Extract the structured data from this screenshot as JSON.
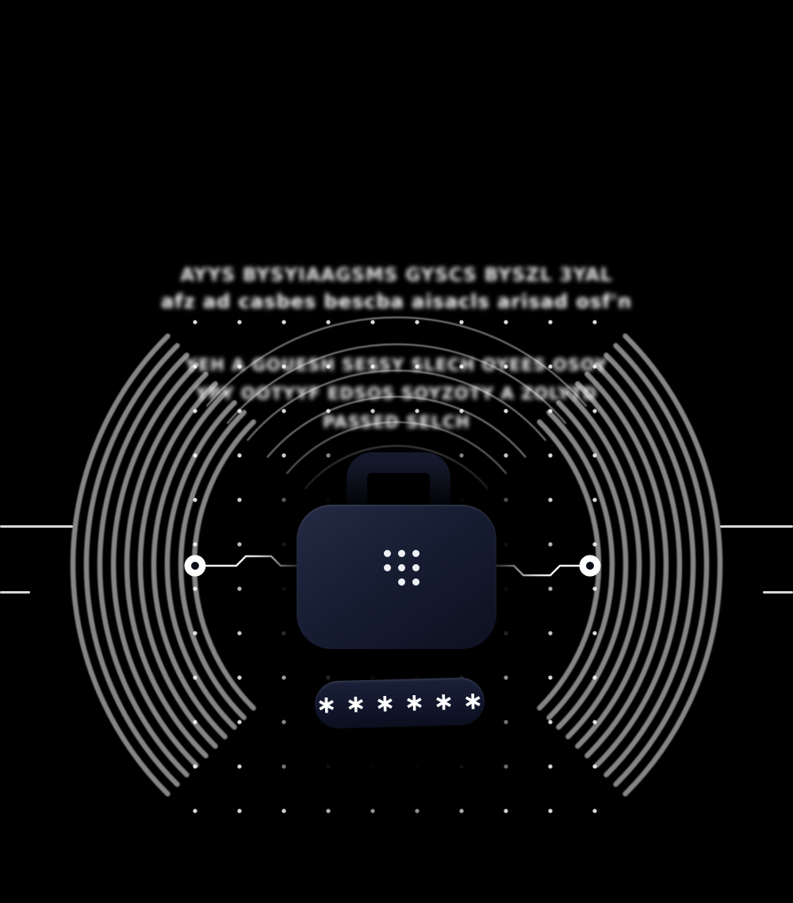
{
  "page": {
    "background_color": "#000000",
    "accent_color": "#ffffff",
    "briefcase_color": "#171d32"
  },
  "hero": {
    "legibility": "blurred-illegible",
    "headline_lines": [
      "AYYS BYSYIAAGSMS GYSCS BYSZL 3YAL",
      "afz ad casbes bescba aisacls arisad osf'n"
    ],
    "subtext_lines": [
      "YEH A GOUESH SESSY SLECH OYEES OSOY",
      "YPY OOTYYF EDSOS SOYZOTY A ZOLYTD",
      "PASSED SELCH"
    ]
  },
  "illustration": {
    "briefcase": {
      "keypad_dot_count": 8
    },
    "password_field": {
      "masked_value": "∗∗∗∗∗∗"
    }
  }
}
